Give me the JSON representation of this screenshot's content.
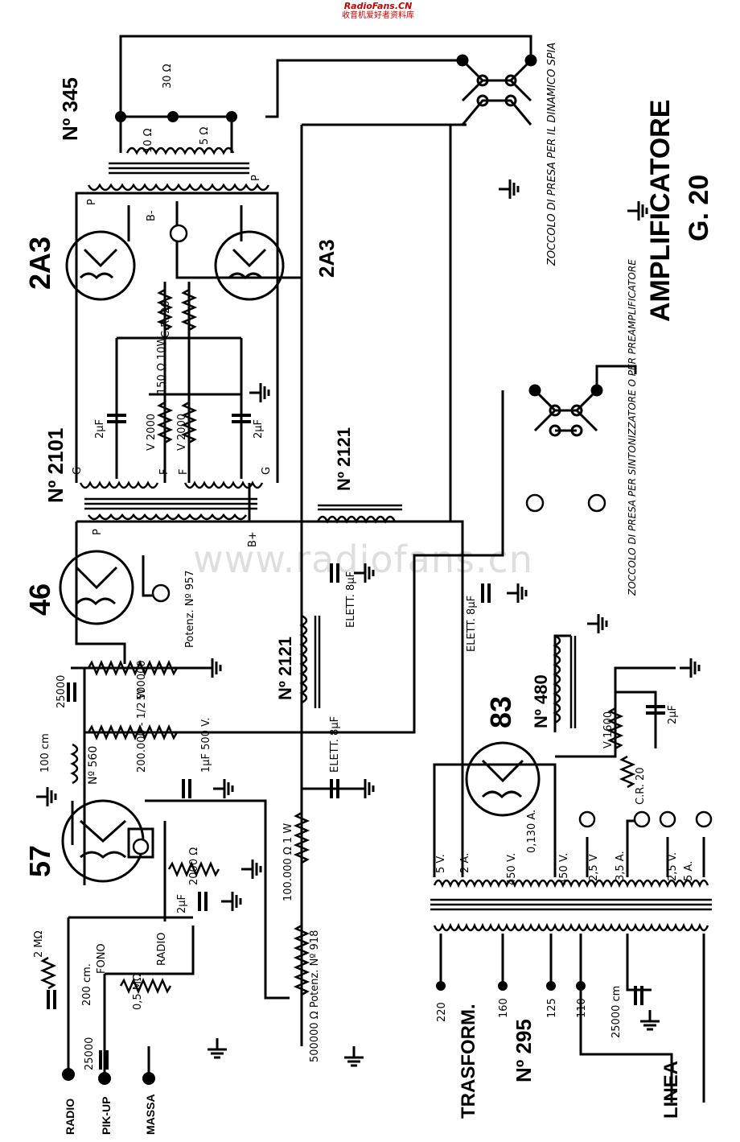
{
  "header": {
    "site": "RadioFans.CN",
    "subtitle": "收音机爱好者资料库",
    "watermark": "www.radiofans.cn"
  },
  "title": {
    "main": "AMPLIFICATORE",
    "model": "G. 20"
  },
  "tubes": {
    "t2a3_left": "2A3",
    "t2a3_right": "2A3",
    "t46": "46",
    "t57": "57",
    "t83": "83"
  },
  "transformers": {
    "output": "Nº 345",
    "interstage": "Nº 2101",
    "choke_top": "Nº 2121",
    "choke_mid": "Nº 2121",
    "choke_480": "Nº 480",
    "coupling_560": "Nº 560",
    "power_label": "TRASFORM.",
    "power_number": "Nº 295"
  },
  "labels": {
    "ohm30": "30 Ω",
    "ohm10": "10 Ω",
    "ohm5": "5 Ω",
    "P_top_left": "P",
    "P_top_right": "P",
    "Bminus": "B-",
    "P_mid": "P",
    "Bplus": "B+",
    "G_left": "G",
    "G_right": "G",
    "F_left": "F",
    "F_right": "F",
    "cap_2uF_a": "2μF",
    "cap_2uF_b": "2μF",
    "v2000_a": "V 2000",
    "v2000_b": "V 2000",
    "r150": "150 Ω 10W",
    "cr20_top": "C.R. 20",
    "elett_top": "ELETT. 8μF",
    "elett_mid": "ELETT. 8μF",
    "elett_right": "ELETT. 8μF",
    "potenz957": "Potenz. Nº 957",
    "r500000": "500000",
    "c25000_a": "25000",
    "r200000": "200.000 - 1/2 W",
    "c100cm": "100 cm",
    "c1uF": "1μF 500 V.",
    "r2000": "2000 Ω",
    "c2uF_57": "2μF",
    "r100000": "100.000 Ω 1 W",
    "pot500000": "500000 Ω Potenz. Nº 918",
    "r2M": "2 MΩ",
    "c200cm": "200 cm.",
    "r05M": "0,5 MΩ",
    "fono": "FONO",
    "radio_sw": "RADIO",
    "c25000_b": "25000",
    "in_radio": "RADIO",
    "in_pickup": "PIK-UP",
    "in_massa": "MASSA",
    "v1600": "V 1600",
    "cr20_right": "C.R. 20",
    "c2uF_right": "2μF",
    "w5v": "5 V.",
    "w2a": "2 A.",
    "w450a": "450 V.",
    "w0130": "0,130 A.",
    "w450b": "450 V.",
    "w25va": "2,5 V",
    "w35a": "3,5 A.",
    "w25vb": "2,5 V.",
    "w5a": "5 A.",
    "tap220": "220",
    "tap160": "160",
    "tap125": "125",
    "tap110": "110",
    "c25000cm": "25000 cm",
    "linea": "LINEA",
    "socket_spia": "ZOCCOLO DI PRESA PER IL DINAMICO SPIA",
    "socket_sint": "ZOCCOLO DI PRESA PER SINTONIZZATORE O PER PREAMPLIFICATORE"
  }
}
